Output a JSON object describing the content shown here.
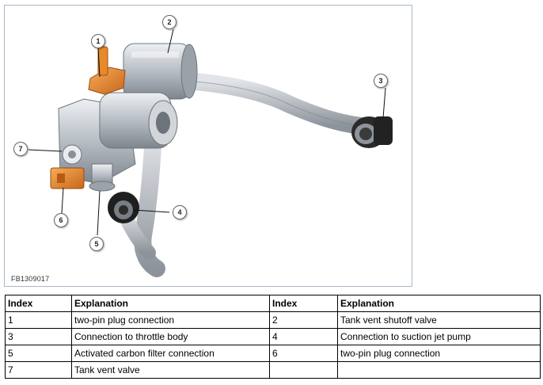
{
  "figure": {
    "id_label": "FB1309017",
    "callouts": [
      "1",
      "2",
      "3",
      "4",
      "5",
      "6",
      "7"
    ]
  },
  "legend": {
    "headers": [
      "Index",
      "Explanation",
      "Index",
      "Explanation"
    ],
    "rows": [
      [
        "1",
        "two-pin plug connection",
        "2",
        "Tank vent shutoff valve"
      ],
      [
        "3",
        "Connection to throttle body",
        "4",
        "Connection to suction jet pump"
      ],
      [
        "5",
        "Activated carbon filter connection",
        "6",
        "two-pin plug connection"
      ],
      [
        "7",
        "Tank vent valve",
        "",
        ""
      ]
    ]
  },
  "colors": {
    "frame": "#a9b8c6",
    "metal": "#b9bfc6",
    "hose": "#a8aeb6",
    "plug": "#e8892a",
    "dark_fitting": "#1e1e1e"
  }
}
